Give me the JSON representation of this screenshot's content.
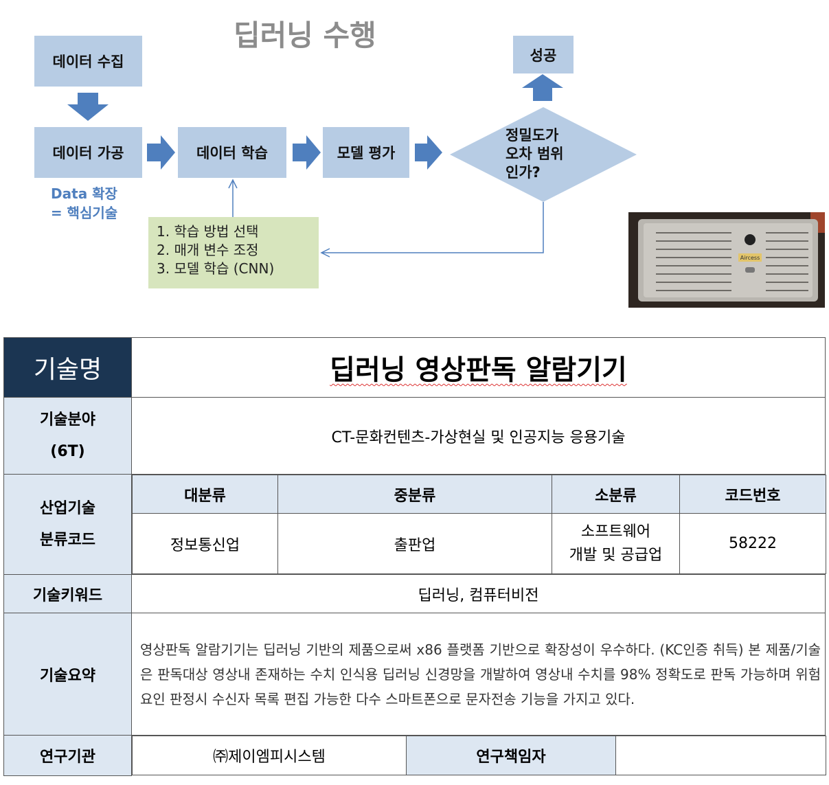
{
  "flow": {
    "title": "딥러닝 수행",
    "collect": "데이터 수집",
    "process": "데이터 가공",
    "learn": "데이터 학습",
    "evaluate": "모델 평가",
    "decision": [
      "정밀도가",
      "오차 범위",
      "인가?"
    ],
    "success": "성공",
    "note_line1": "Data 확장",
    "note_line2": "= 핵심기술",
    "steps": [
      "1.  학습 방법 선택",
      "2.  매개 변수 조정",
      "3.  모델 학습 (CNN)"
    ],
    "box_color": "#b7cce4",
    "arrow_color": "#4f7fbe",
    "steps_bg": "#d7e5bd"
  },
  "photo": {
    "brand": "Aircess"
  },
  "table": {
    "name_label": "기술명",
    "name_value": "딥러닝 영상판독 알람기기",
    "field_label_1": "기술분야",
    "field_label_2": "(6T)",
    "field_value": "CT-문화컨텐츠-가상현실 및 인공지능 응용기술",
    "industry_label_1": "산업기술",
    "industry_label_2": "분류코드",
    "class_headers": [
      "대분류",
      "중분류",
      "소분류",
      "코드번호"
    ],
    "class_large": "정보통신업",
    "class_medium": "출판업",
    "class_small_1": "소프트웨어",
    "class_small_2": "개발 및 공급업",
    "class_code": "58222",
    "keyword_label": "기술키워드",
    "keyword_value": "딥러닝, 컴퓨터비전",
    "summary_label": "기술요약",
    "summary_value": "영상판독 알람기기는 딥러닝 기반의 제품으로써 x86 플랫폼 기반으로 확장성이 우수하다. (KC인증 취득) 본 제품/기술은 판독대상 영상내 존재하는 수치 인식용 딥러닝 신경망을 개발하여 영상내 수치를 98% 정확도로 판독 가능하며 위험요인 판정시 수신자 목록 편집 가능한 다수 스마트폰으로 문자전송 기능을 가지고 있다.",
    "org_label": "연구기관",
    "org_value": "㈜제이엠피시스템",
    "pi_label": "연구책임자",
    "pi_value": "",
    "dark_header_color": "#1b3552",
    "light_header_color": "#dde7f2"
  }
}
